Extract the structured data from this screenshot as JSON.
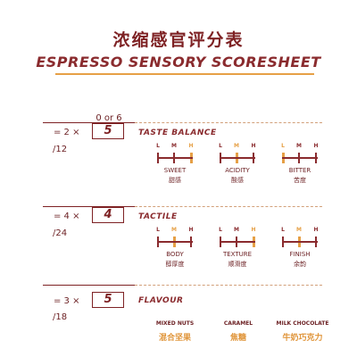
{
  "header": {
    "title_cn": "浓缩感官评分表",
    "title_en": "ESPRESSO SENSORY SCORESHEET"
  },
  "score_column_label": "0 or 6",
  "colors": {
    "primary": "#8a2b2e",
    "accent": "#e6a046",
    "selected_tick": "#e6a046"
  },
  "sections": [
    {
      "multiplier": "= 2 ×",
      "score": "5",
      "denominator": "/12",
      "category": "TASTE BALANCE",
      "scales": [
        {
          "lmh": [
            "L",
            "M",
            "H"
          ],
          "en": "SWEET",
          "cn": "甜感",
          "selected": "H"
        },
        {
          "lmh": [
            "L",
            "M",
            "H"
          ],
          "en": "ACIDITY",
          "cn": "酸感",
          "selected": "M"
        },
        {
          "lmh": [
            "L",
            "M",
            "H"
          ],
          "en": "BITTER",
          "cn": "苦度",
          "selected": "L"
        }
      ]
    },
    {
      "multiplier": "= 4 ×",
      "score": "4",
      "denominator": "/24",
      "category": "TACTILE",
      "scales": [
        {
          "lmh": [
            "L",
            "M",
            "H"
          ],
          "en": "BODY",
          "cn": "醇厚度",
          "selected": "M"
        },
        {
          "lmh": [
            "L",
            "M",
            "H"
          ],
          "en": "TEXTURE",
          "cn": "顺滑度",
          "selected": "H"
        },
        {
          "lmh": [
            "L",
            "M",
            "H"
          ],
          "en": "FINISH",
          "cn": "余韵",
          "selected": "M"
        }
      ]
    },
    {
      "multiplier": "= 3 ×",
      "score": "5",
      "denominator": "/18",
      "category": "FLAVOUR",
      "flavours": [
        {
          "en": "MIXED NUTS",
          "cn": "混合坚果"
        },
        {
          "en": "CARAMEL",
          "cn": "焦糖"
        },
        {
          "en": "MILK CHOCOLATE",
          "cn": "牛奶巧克力"
        }
      ]
    }
  ]
}
